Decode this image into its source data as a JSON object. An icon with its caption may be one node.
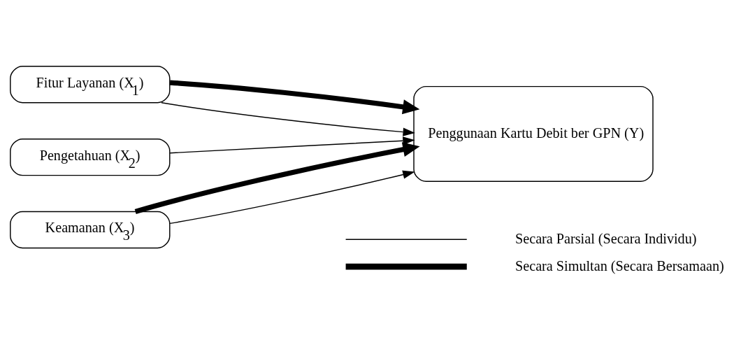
{
  "diagram": {
    "nodes": [
      {
        "text": [
          "Fitur Layanan (X$_{1}$)"
        ]
      },
      {
        "text": [
          "Pengetahuan (X$_{2}$)"
        ]
      },
      {
        "text": [
          "Keamanan (X$_{3}$)"
        ]
      },
      {
        "text": [
          "Penggunaan Kartu Debit ber GPN (Y)"
        ]
      }
    ],
    "edges": [
      {
        "from": 0,
        "to": 3,
        "arrow": "to"
      },
      {
        "from": 1,
        "to": 3,
        "arrow": "to"
      },
      {
        "from": 2,
        "to": 3,
        "arrow": "to"
      },
      {
        "from": 0,
        "to": 3,
        "arrow": "to",
        "style": "thick"
      },
      {
        "from": 2,
        "to": 3,
        "arrow": "to",
        "style": "thick"
      }
    ],
    "legend": [
      {
        "text": "Secara Parsial (Secara Individu)"
      },
      {
        "text": "Secara Simultan (Secara Bersamaan)"
      }
    ]
  }
}
